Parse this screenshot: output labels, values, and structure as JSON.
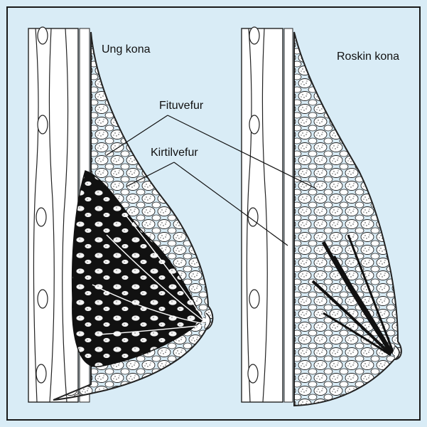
{
  "colors": {
    "background": "#d9ecf6",
    "frame": "#1a1a1a",
    "ink": "#111111",
    "tissue_fill": "#f4f6f7"
  },
  "labels": {
    "young_woman": "Ung kona",
    "older_woman": "Roskin kona",
    "fat_tissue": "Fituvefur",
    "glandular_tissue": "Kirtilvefur"
  }
}
